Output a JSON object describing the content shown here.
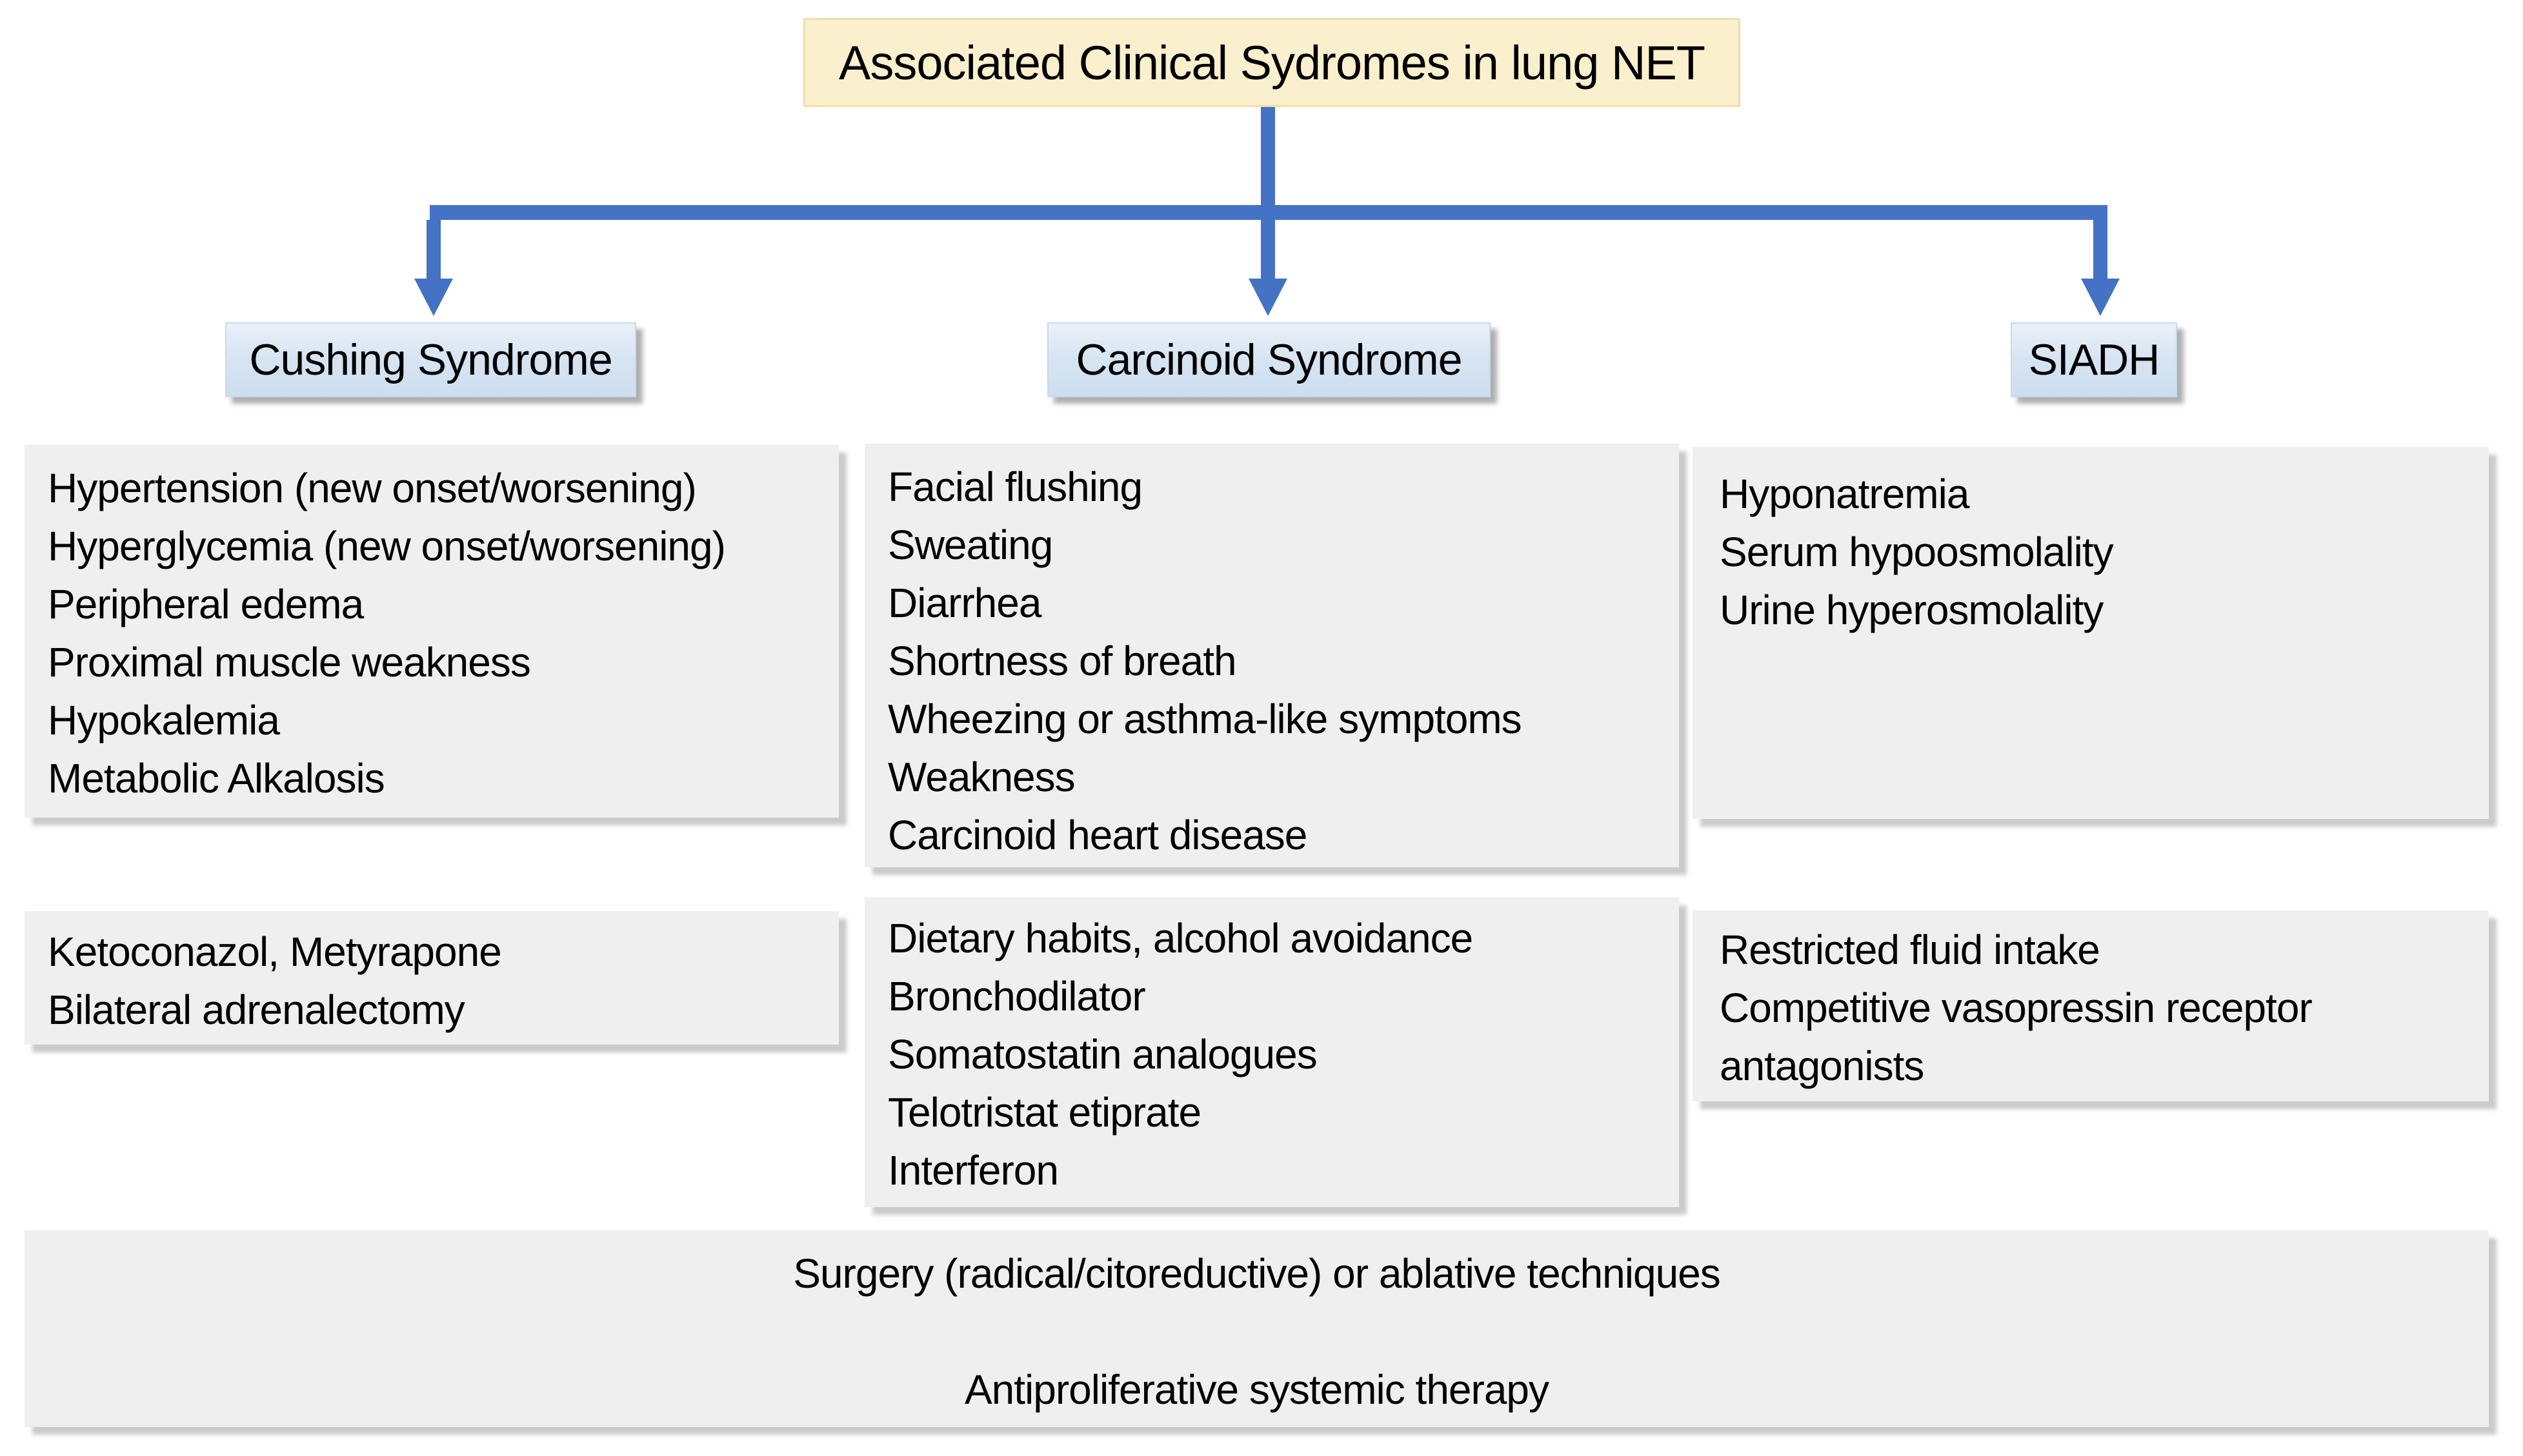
{
  "title": "Associated Clinical Sydromes in lung NET",
  "columns": {
    "cushing": {
      "header": "Cushing Syndrome",
      "symptoms": [
        "Hypertension (new onset/worsening)",
        "Hyperglycemia (new onset/worsening)",
        "Peripheral edema",
        "Proximal muscle weakness",
        "Hypokalemia",
        "Metabolic Alkalosis"
      ],
      "treatments": [
        "Ketoconazol, Metyrapone",
        "Bilateral adrenalectomy"
      ]
    },
    "carcinoid": {
      "header": "Carcinoid Syndrome",
      "symptoms": [
        "Facial flushing",
        "Sweating",
        "Diarrhea",
        "Shortness of breath",
        "Wheezing or asthma-like symptoms",
        "Weakness",
        "Carcinoid heart disease"
      ],
      "treatments": [
        "Dietary habits, alcohol avoidance",
        "Bronchodilator",
        "Somatostatin analogues",
        "Telotristat etiprate",
        "Interferon"
      ]
    },
    "siadh": {
      "header": "SIADH",
      "symptoms": [
        "Hyponatremia",
        "Serum hypoosmolality",
        "Urine hyperosmolality"
      ],
      "treatments": [
        "Restricted fluid intake",
        "Competitive vasopressin receptor antagonists"
      ]
    }
  },
  "footer": {
    "line1": "Surgery (radical/citoreductive) or ablative techniques",
    "line2": "Antiproliferative systemic therapy"
  },
  "colors": {
    "arrow_blue": "#4472C4",
    "title_bg": "#FAF0CE",
    "title_border": "#F0DFA6",
    "syndrome_header_bg": "#D6E4F2",
    "syndrome_header_border": "#C8D9EC",
    "panel_bg": "#EFEFEF",
    "text": "#000000",
    "background": "#FFFFFF"
  }
}
